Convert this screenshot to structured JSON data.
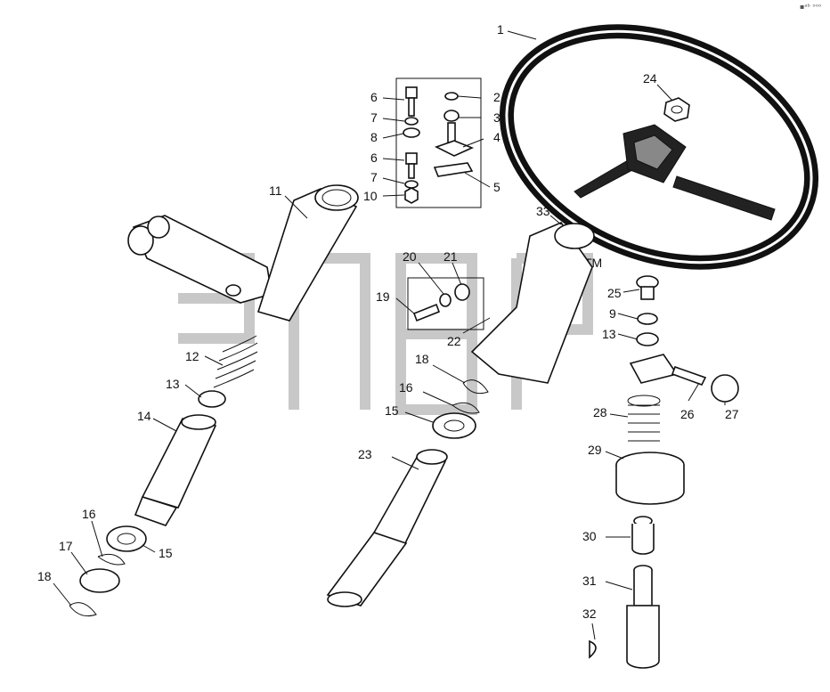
{
  "diagram": {
    "corner_mark": "▪ᵃᵇ ᵒᵒᵒ",
    "watermark_text": "эпар",
    "watermark_tm": "TM",
    "callouts": [
      {
        "id": "c1",
        "label": "1"
      },
      {
        "id": "c2",
        "label": "2"
      },
      {
        "id": "c3",
        "label": "3"
      },
      {
        "id": "c4",
        "label": "4"
      },
      {
        "id": "c5",
        "label": "5"
      },
      {
        "id": "c6a",
        "label": "6"
      },
      {
        "id": "c6b",
        "label": "6"
      },
      {
        "id": "c7a",
        "label": "7"
      },
      {
        "id": "c7b",
        "label": "7"
      },
      {
        "id": "c8",
        "label": "8"
      },
      {
        "id": "c9",
        "label": "9"
      },
      {
        "id": "c10",
        "label": "10"
      },
      {
        "id": "c11",
        "label": "11"
      },
      {
        "id": "c12",
        "label": "12"
      },
      {
        "id": "c13a",
        "label": "13"
      },
      {
        "id": "c13b",
        "label": "13"
      },
      {
        "id": "c14",
        "label": "14"
      },
      {
        "id": "c15a",
        "label": "15"
      },
      {
        "id": "c15b",
        "label": "15"
      },
      {
        "id": "c16a",
        "label": "16"
      },
      {
        "id": "c16b",
        "label": "16"
      },
      {
        "id": "c17",
        "label": "17"
      },
      {
        "id": "c18a",
        "label": "18"
      },
      {
        "id": "c18b",
        "label": "18"
      },
      {
        "id": "c19",
        "label": "19"
      },
      {
        "id": "c20",
        "label": "20"
      },
      {
        "id": "c21",
        "label": "21"
      },
      {
        "id": "c22",
        "label": "22"
      },
      {
        "id": "c23",
        "label": "23"
      },
      {
        "id": "c24",
        "label": "24"
      },
      {
        "id": "c25",
        "label": "25"
      },
      {
        "id": "c26",
        "label": "26"
      },
      {
        "id": "c27",
        "label": "27"
      },
      {
        "id": "c28",
        "label": "28"
      },
      {
        "id": "c29",
        "label": "29"
      },
      {
        "id": "c30",
        "label": "30"
      },
      {
        "id": "c31",
        "label": "31"
      },
      {
        "id": "c32",
        "label": "32"
      },
      {
        "id": "c33",
        "label": "33"
      }
    ]
  }
}
